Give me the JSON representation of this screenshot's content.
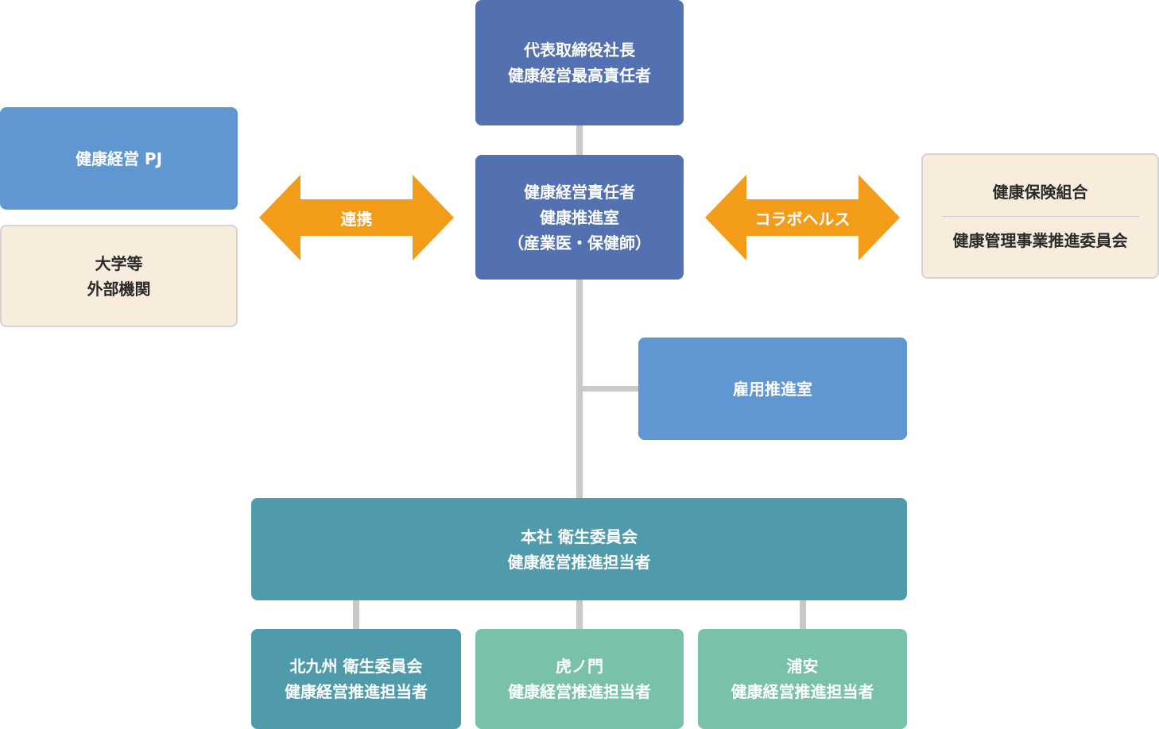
{
  "ceo": {
    "line1": "代表取締役社長",
    "line2": "健康経営最高責任者"
  },
  "office": {
    "line1": "健康経営責任者",
    "line2": "健康推進室",
    "line3": "（産業医・保健師）"
  },
  "pj": {
    "label": "健康経営 PJ"
  },
  "external": {
    "line1": "大学等",
    "line2": "外部機関"
  },
  "left_arrow": {
    "label": "連携"
  },
  "right_arrow": {
    "label": "コラボヘルス"
  },
  "insurance": {
    "line1": "健康保険組合",
    "line2": "健康管理事業推進委員会"
  },
  "employment": {
    "label": "雇用推進室"
  },
  "hq": {
    "line1": "本社 衛生委員会",
    "line2": "健康経営推進担当者"
  },
  "branches": [
    {
      "line1": "北九州 衛生委員会",
      "line2": "健康経営推進担当者"
    },
    {
      "line1": "虎ノ門",
      "line2": "健康経営推進担当者"
    },
    {
      "line1": "浦安",
      "line2": "健康経営推進担当者"
    }
  ],
  "colors": {
    "navy": "#5371b0",
    "blue": "#6096d2",
    "teal": "#4f9aab",
    "mint": "#79c1ab",
    "cream": "#f8ecdd",
    "arrow": "#f39c1a",
    "connector": "#c9c9c9"
  }
}
